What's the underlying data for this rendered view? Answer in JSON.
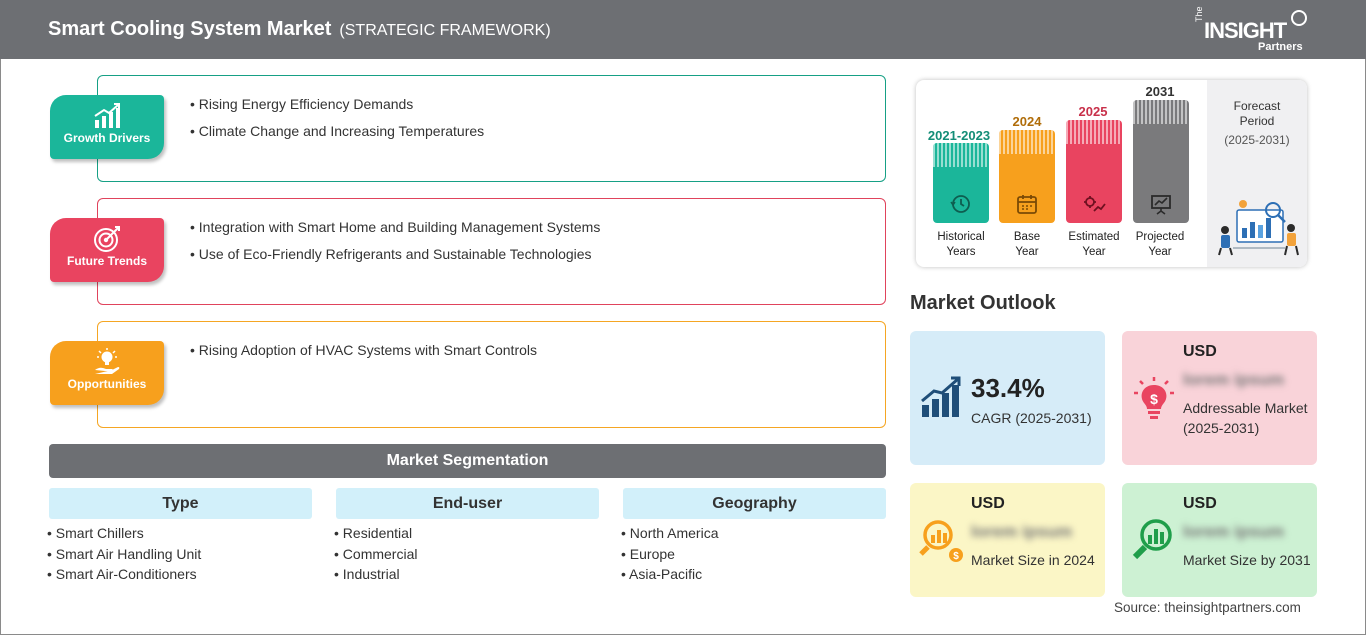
{
  "header": {
    "title": "Smart Cooling System Market",
    "subtitle": "(STRATEGIC FRAMEWORK)",
    "logo": {
      "the": "The",
      "main": "INSIGHT",
      "partners": "Partners"
    }
  },
  "framework": {
    "drivers": {
      "label": "Growth Drivers",
      "icon": "bar-growth-icon",
      "color": "#1bb69a",
      "items": [
        "Rising Energy Efficiency Demands",
        "Climate Change and Increasing Temperatures"
      ]
    },
    "trends": {
      "label": "Future Trends",
      "icon": "target-icon",
      "color": "#e94460",
      "items": [
        "Integration with Smart Home and Building Management Systems",
        "Use of Eco-Friendly Refrigerants and Sustainable Technologies"
      ]
    },
    "opportunities": {
      "label": "Opportunities",
      "icon": "hand-bulb-icon",
      "color": "#f7a01d",
      "items": [
        "Rising Adoption of HVAC Systems with Smart Controls"
      ]
    }
  },
  "segmentation": {
    "title": "Market Segmentation",
    "columns": [
      {
        "head": "Type",
        "items": [
          "Smart Chillers",
          "Smart Air Handling Unit",
          "Smart Air-Conditioners"
        ]
      },
      {
        "head": "End-user",
        "items": [
          "Residential",
          "Commercial",
          "Industrial"
        ]
      },
      {
        "head": "Geography",
        "items": [
          "North America",
          "Europe",
          "Asia-Pacific"
        ]
      }
    ]
  },
  "timeline": {
    "bars": [
      {
        "year": "2021-2023",
        "caption_1": "Historical",
        "caption_2": "Years",
        "color": "#1bb69a",
        "year_color": "#138d77"
      },
      {
        "year": "2024",
        "caption_1": "Base",
        "caption_2": "Year",
        "color": "#f7a01d",
        "year_color": "#b06d0a"
      },
      {
        "year": "2025",
        "caption_1": "Estimated",
        "caption_2": "Year",
        "color": "#e94460",
        "year_color": "#c8304a"
      },
      {
        "year": "2031",
        "caption_1": "Projected",
        "caption_2": "Year",
        "color": "#7a7a7c",
        "year_color": "#333333"
      }
    ],
    "forecast": {
      "line1": "Forecast",
      "line2": "Period",
      "period": "(2025-2031)"
    }
  },
  "outlook": {
    "title": "Market Outlook",
    "cagr": {
      "value": "33.4%",
      "label": "CAGR (2025-2031)",
      "icon": "growth-chart-icon"
    },
    "addressable": {
      "currency": "USD",
      "value": "lorem ipsum",
      "label": "Addressable Market (2025-2031)",
      "icon": "bulb-dollar-icon"
    },
    "size_2024": {
      "currency": "USD",
      "value": "lorem ipsum",
      "label": "Market Size in 2024",
      "icon": "magnifier-dollar-icon"
    },
    "size_2031": {
      "currency": "USD",
      "value": "lorem ipsum",
      "label": "Market Size by 2031",
      "icon": "magnifier-chart-icon"
    }
  },
  "source": "Source: theinsightpartners.com"
}
